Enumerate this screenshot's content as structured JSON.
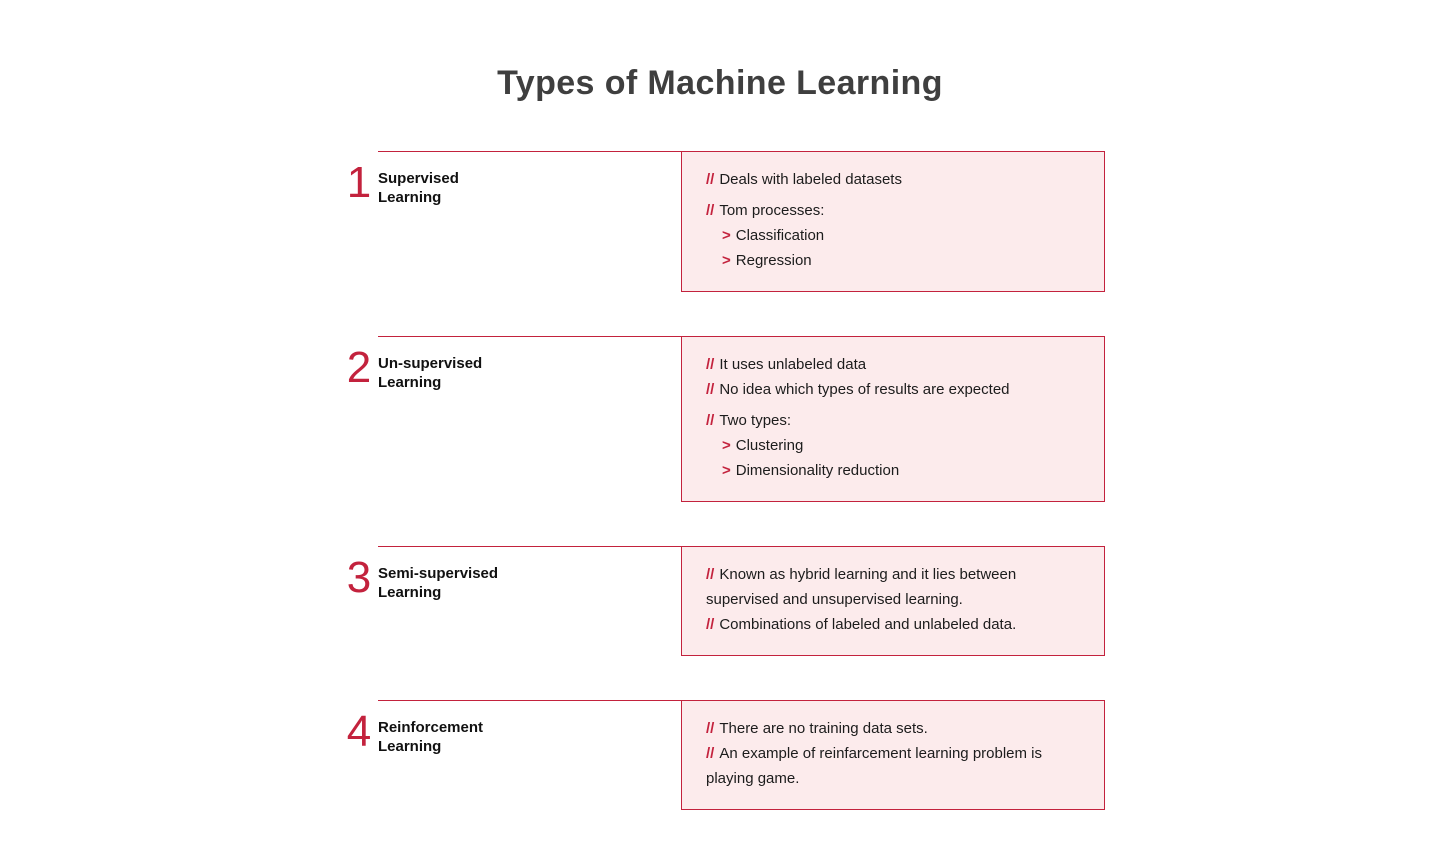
{
  "title": "Types of Machine Learning",
  "markers": {
    "bullet": "//",
    "sub": ">"
  },
  "colors": {
    "accent": "#c3223d",
    "box_bg": "#fcebec",
    "title_text": "#3f3f3f",
    "body_text": "#1c1c1c"
  },
  "sections": [
    {
      "number": "1",
      "label": "Supervised\nLearning",
      "points": [
        {
          "style": "bullet",
          "text": "Deals with labeled datasets"
        },
        {
          "style": "bullet",
          "text": "Tom processes:",
          "spaced": true
        },
        {
          "style": "sub",
          "text": "Classification"
        },
        {
          "style": "sub",
          "text": "Regression"
        }
      ]
    },
    {
      "number": "2",
      "label": "Un-supervised\nLearning",
      "points": [
        {
          "style": "bullet",
          "text": "It uses unlabeled data"
        },
        {
          "style": "bullet",
          "text": "No idea which types of results are expected"
        },
        {
          "style": "bullet",
          "text": "Two types:",
          "spaced": true
        },
        {
          "style": "sub",
          "text": "Clustering"
        },
        {
          "style": "sub",
          "text": "Dimensionality reduction"
        }
      ]
    },
    {
      "number": "3",
      "label": "Semi-supervised\nLearning",
      "points": [
        {
          "style": "bullet",
          "text": "Known as hybrid learning and it lies between supervised and unsupervised learning."
        },
        {
          "style": "bullet",
          "text": "Combinations of labeled and unlabeled data."
        }
      ]
    },
    {
      "number": "4",
      "label": "Reinforcement\nLearning",
      "points": [
        {
          "style": "bullet",
          "text": "There are no training data sets."
        },
        {
          "style": "bullet",
          "text": "An example of reinfarcement learning problem is playing game."
        }
      ]
    }
  ]
}
